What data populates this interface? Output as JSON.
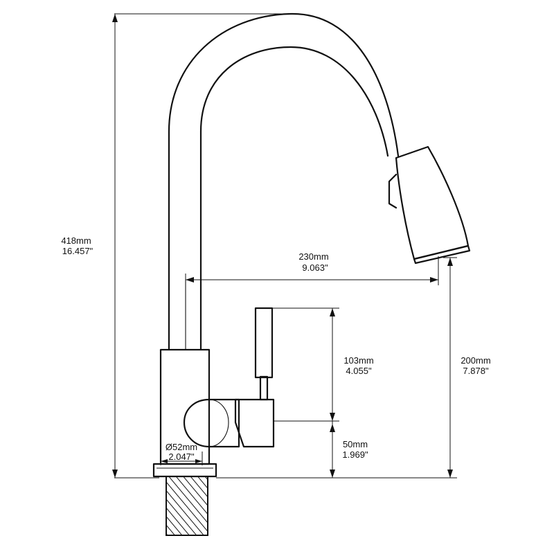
{
  "dimensions": {
    "total_height": {
      "metric": "418mm",
      "imperial": "16.457\""
    },
    "reach": {
      "metric": "230mm",
      "imperial": "9.063\""
    },
    "spout_clearance": {
      "metric": "200mm",
      "imperial": "7.878\""
    },
    "handle_height": {
      "metric": "103mm",
      "imperial": "4.055\""
    },
    "body_height": {
      "metric": "50mm",
      "imperial": "1.969\""
    },
    "base_diameter": {
      "metric": "Ø52mm",
      "imperial": "2.047\""
    }
  },
  "colors": {
    "line": "#111111",
    "background": "#ffffff"
  }
}
